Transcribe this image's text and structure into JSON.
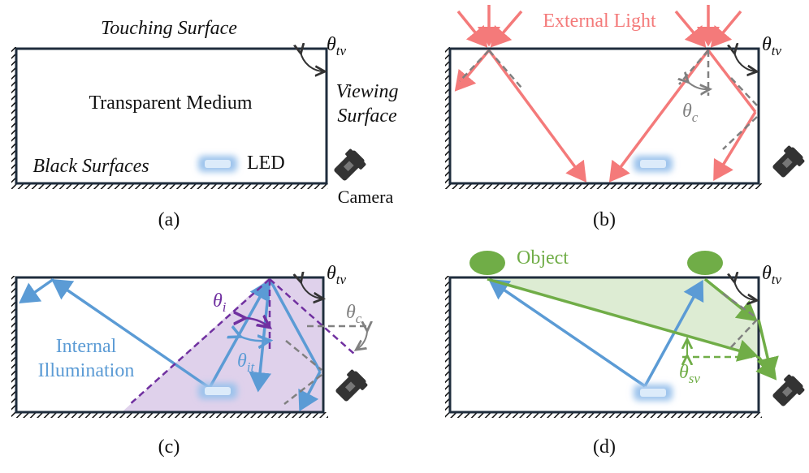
{
  "panels": {
    "a": {
      "caption": "(a)",
      "touching_surface": "Touching Surface",
      "medium": "Transparent Medium",
      "viewing_surface_line1": "Viewing",
      "viewing_surface_line2": "Surface",
      "black_surfaces": "Black Surfaces",
      "led": "LED",
      "camera": "Camera",
      "angle_tv_main": "θ",
      "angle_tv_sub": "tv"
    },
    "b": {
      "caption": "(b)",
      "external_light": "External Light",
      "angle_tv_main": "θ",
      "angle_tv_sub": "tv",
      "angle_c_main": "θ",
      "angle_c_sub": "c"
    },
    "c": {
      "caption": "(c)",
      "internal_line1": "Internal",
      "internal_line2": "Illumination",
      "angle_tv_main": "θ",
      "angle_tv_sub": "tv",
      "angle_i_main": "θ",
      "angle_i_sub": "i",
      "angle_it_main": "θ",
      "angle_it_sub": "it",
      "angle_c_main": "θ",
      "angle_c_sub": "c"
    },
    "d": {
      "caption": "(d)",
      "object": "Object",
      "angle_tv_main": "θ",
      "angle_tv_sub": "tv",
      "angle_sv_main": "θ",
      "angle_sv_sub": "sv"
    }
  },
  "colors": {
    "frame": "#1f2d3d",
    "external_light": "#f47a7a",
    "internal_light": "#5b9bd5",
    "object": "#70ad47",
    "refraction": "#7030a0",
    "critical": "#808080",
    "led_glow": "#9cc3ec"
  }
}
